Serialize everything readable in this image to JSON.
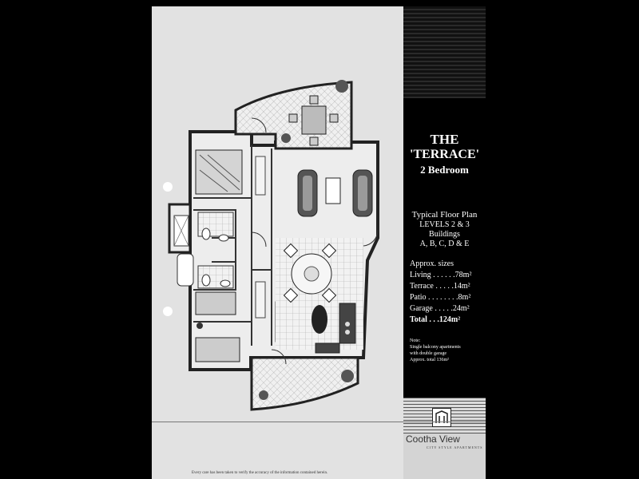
{
  "title_line1": "THE",
  "title_line2": "'TERRACE'",
  "title_line3": "2 Bedroom",
  "plan_heading": "Typical Floor Plan",
  "levels": "LEVELS 2 & 3",
  "buildings_label": "Buildings",
  "buildings_list": "A, B, C, D & E",
  "sizes_heading": "Approx. sizes",
  "sizes": [
    {
      "label": "Living . . . . . .78m²"
    },
    {
      "label": "Terrace . . . . .14m²"
    },
    {
      "label": "Patio . . . . . . . .8m²"
    },
    {
      "label": "Garage . . . . .24m²"
    },
    {
      "label": "Total  . . .124m²"
    }
  ],
  "note_heading": "Note:",
  "note_line1": "Single balcony apartments",
  "note_line2": "with double garage",
  "note_line3": "Approx. total 136m²",
  "brand_name": "Cootha View",
  "brand_tagline": "CITY STYLE APARTMENTS",
  "disclaimer": "Every care has been taken to verify the accuracy of the information contained herein."
}
